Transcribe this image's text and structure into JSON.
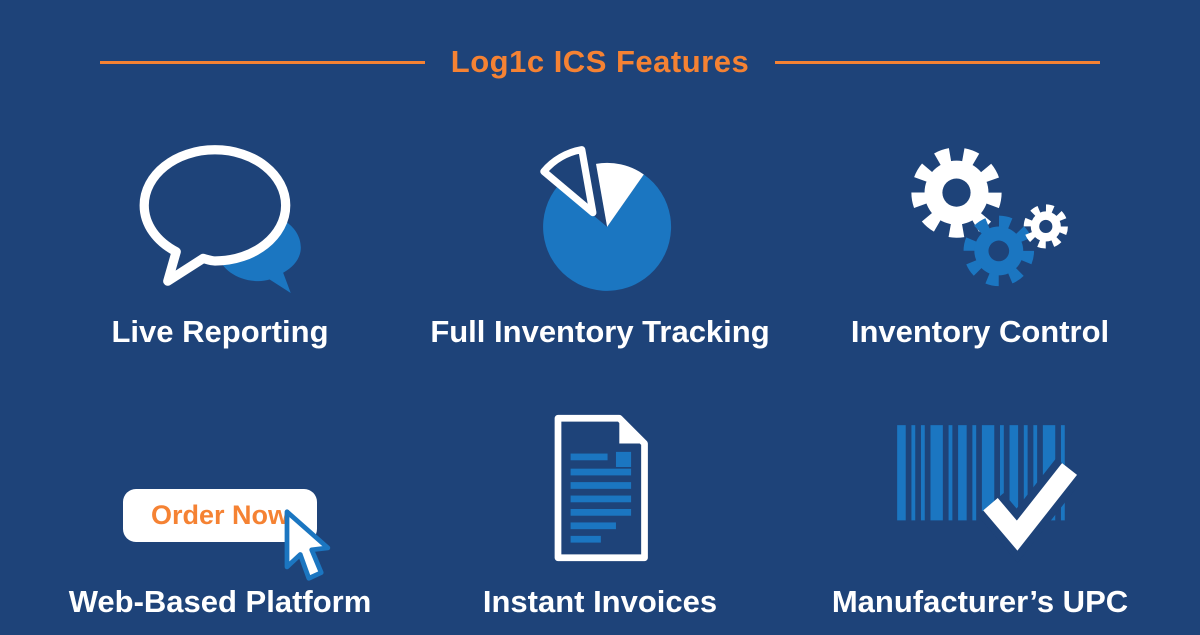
{
  "title": "Log1c ICS Features",
  "features": [
    {
      "label": "Live Reporting",
      "icon": "speech-bubbles-icon"
    },
    {
      "label": "Full Inventory Tracking",
      "icon": "pie-chart-icon"
    },
    {
      "label": "Inventory Control",
      "icon": "gears-icon"
    },
    {
      "label": "Web-Based Platform",
      "icon": "order-now-button-with-cursor-icon",
      "button_label": "Order Now"
    },
    {
      "label": "Instant Invoices",
      "icon": "invoice-document-icon"
    },
    {
      "label": "Manufacturer’s UPC",
      "icon": "barcode-checkmark-icon"
    }
  ],
  "colors": {
    "background": "#1e4379",
    "accent_orange": "#f58233",
    "accent_blue": "#1b76c1",
    "white": "#ffffff"
  }
}
